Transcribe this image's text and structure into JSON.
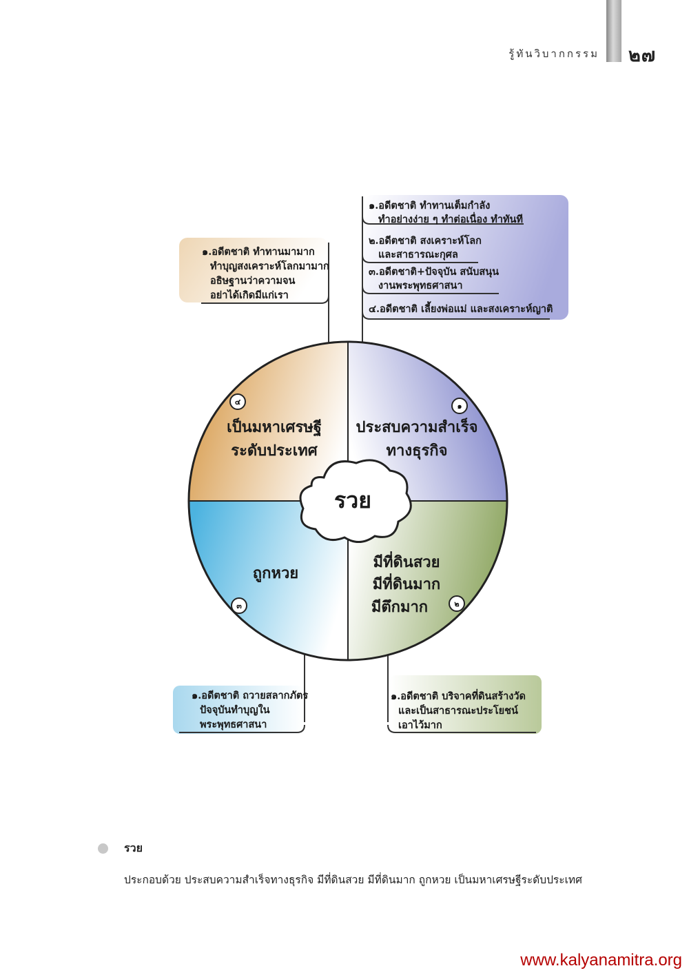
{
  "header": {
    "title": "รู้ทันวิบากกรรม",
    "page_number": "๒๗"
  },
  "diagram": {
    "center_label": "รวย",
    "quadrants": [
      {
        "badge": "๑",
        "lines": [
          "ประสบความสำเร็จ",
          "ทางธุรกิจ"
        ],
        "color": "#7b80c8"
      },
      {
        "badge": "๒",
        "lines": [
          "มีที่ดินสวย",
          "มีที่ดินมาก",
          "มีตึกมาก"
        ],
        "color": "#8aa35c"
      },
      {
        "badge": "๓",
        "lines": [
          "ถูกหวย"
        ],
        "color": "#4cb3e0"
      },
      {
        "badge": "๔",
        "lines": [
          "เป็นมหาเศรษฐี",
          "ระดับประเทศ"
        ],
        "color": "#d79b4c"
      }
    ],
    "callouts": {
      "top_right": {
        "color": "#a9abdd",
        "items": [
          [
            "๑.อดีตชาติ ทำทานเต็มกำลัง",
            "ทำอย่างง่าย ๆ  ทำต่อเนื่อง  ทำทันที"
          ],
          [
            "๒.อดีตชาติ สงเคราะห์โลก",
            "และสาธารณะกุศล"
          ],
          [
            "๓.อดีตชาติ+ปัจจุบัน สนับสนุน",
            "งานพระพุทธศาสนา"
          ],
          [
            "๔.อดีตชาติ เลี้ยงพ่อแม่  และสงเคราะห์ญาติ"
          ]
        ]
      },
      "top_left": {
        "color": "#eed6b4",
        "lines": [
          "๑.อดีตชาติ ทำทานมามาก",
          "ทำบุญสงเคราะห์โลกมามาก",
          "อธิษฐานว่าความจน",
          "อย่าได้เกิดมีแก่เรา"
        ]
      },
      "bottom_left": {
        "color": "#a9d8ee",
        "lines": [
          "๑.อดีตชาติ ถวายสลากภัตร",
          "ปัจจุบันทำบุญใน",
          "พระพุทธศาสนา"
        ]
      },
      "bottom_right": {
        "color": "#b9c99a",
        "lines": [
          "๑.อดีตชาติ บริจาคที่ดินสร้างวัด",
          "และเป็นสาธารณะประโยชน์",
          "เอาไว้มาก"
        ]
      }
    }
  },
  "section": {
    "heading": "รวย",
    "summary": "ประกอบด้วย ประสบความสำเร็จทางธุรกิจ มีที่ดินสวย มีที่ดินมาก ถูกหวย เป็นมหาเศรษฐีระดับประเทศ"
  },
  "footer": {
    "url": "www.kalyanamitra.org"
  }
}
